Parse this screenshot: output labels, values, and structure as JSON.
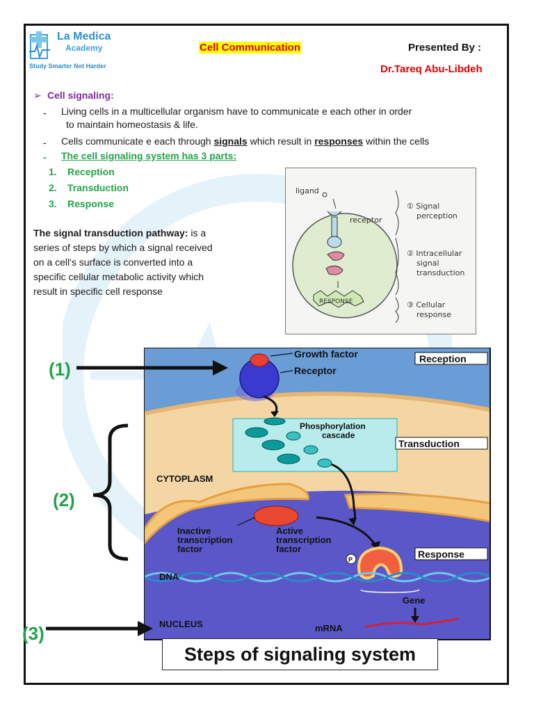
{
  "header": {
    "logo": {
      "title": "La Medica",
      "subtitle": "Academy",
      "tagline": "Study Smarter Not Harder"
    },
    "doc_title": "Cell Communication",
    "presented_by": "Presented By :",
    "author": "Dr.Tareq Abu-Libdeh"
  },
  "section": {
    "heading": "Cell signaling:",
    "items": [
      {
        "text_a": "Living cells in a multicellular organism have to communicate e each other in order",
        "text_b": "to maintain homeostasis & life."
      },
      {
        "pre": "Cells communicate e each through ",
        "signals": "signals",
        "mid": " which result in ",
        "responses": "responses",
        "post": " within the cells"
      },
      {
        "text": "The cell signaling system has 3 parts:"
      }
    ],
    "parts": [
      {
        "num": "1.",
        "label": "Reception"
      },
      {
        "num": "2.",
        "label": "Transduction"
      },
      {
        "num": "3.",
        "label": "Response"
      }
    ],
    "pathway": {
      "bold": "The signal transduction pathway:",
      "lines": [
        " is a",
        "series of steps by which a signal received",
        "on a cell's surface is converted into a",
        "specific cellular metabolic activity which",
        "result in specific cell response"
      ]
    }
  },
  "sketch": {
    "ligand": "ligand",
    "receptor": "receptor",
    "response": "RESPONSE",
    "step1_a": "① Signal",
    "step1_b": "perception",
    "step2_a": "② Intracellular",
    "step2_b": "signal",
    "step2_c": "transduction",
    "step3_a": "③ Cellular",
    "step3_b": "response"
  },
  "diagram": {
    "growth_factor": "Growth factor",
    "receptor": "Receptor",
    "reception": "Reception",
    "phosphorylation_a": "Phosphorylation",
    "phosphorylation_b": "cascade",
    "transduction": "Transduction",
    "cytoplasm": "CYTOPLASM",
    "inactive_a": "Inactive",
    "inactive_b": "transcription",
    "inactive_c": "factor",
    "active_a": "Active",
    "active_b": "transcription",
    "active_c": "factor",
    "response": "Response",
    "p": "P",
    "dna": "DNA",
    "gene": "Gene",
    "nucleus": "NUCLEUS",
    "mrna": "mRNA"
  },
  "markers": {
    "one": "(1)",
    "two": "(2)",
    "three": "(3)"
  },
  "caption": "Steps of signaling system",
  "colors": {
    "title_red": "#e00000",
    "highlight": "#ffff00",
    "heading_purple": "#7b2aa0",
    "green": "#22a34a"
  }
}
